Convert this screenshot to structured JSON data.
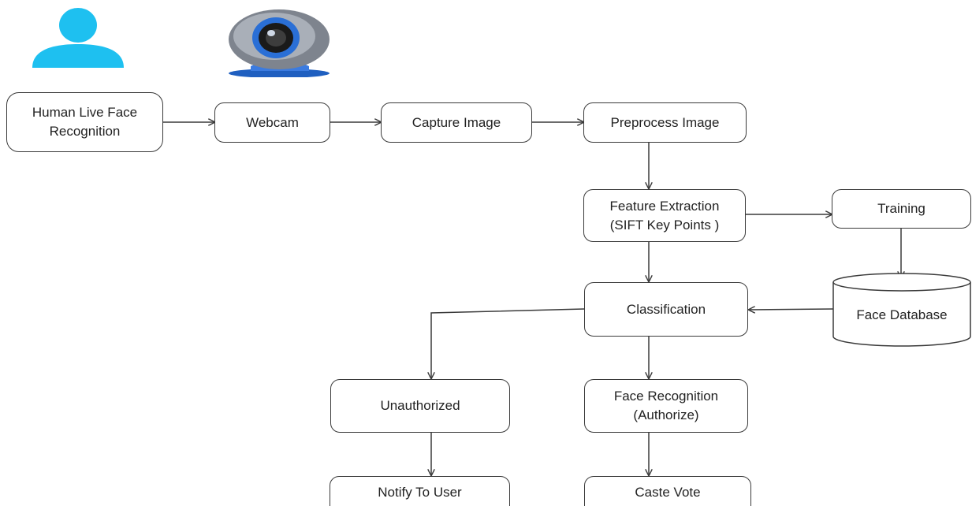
{
  "colors": {
    "user_icon": "#1ec0f0",
    "stroke": "#3a3a3a",
    "text": "#222222",
    "webcam_body": "#8a8f99",
    "webcam_lens": "#2a6fd6"
  },
  "icons": {
    "user": "user-silhouette-icon",
    "webcam": "webcam-icon"
  },
  "nodes": {
    "human_live_face_recognition": {
      "line1": "Human Live Face",
      "line2": "Recognition"
    },
    "webcam": {
      "label": "Webcam"
    },
    "capture_image": {
      "label": "Capture Image"
    },
    "preprocess_image": {
      "label": "Preprocess Image"
    },
    "feature_extraction": {
      "line1": "Feature Extraction",
      "line2": "(SIFT Key Points )"
    },
    "training": {
      "label": "Training"
    },
    "face_database": {
      "label": "Face Database"
    },
    "classification": {
      "label": "Classification"
    },
    "unauthorized": {
      "label": "Unauthorized"
    },
    "face_recognition": {
      "line1": "Face Recognition",
      "line2": "(Authorize)"
    },
    "notify_to_user": {
      "label": "Notify To User"
    },
    "caste_vote": {
      "label": "Caste Vote"
    }
  }
}
